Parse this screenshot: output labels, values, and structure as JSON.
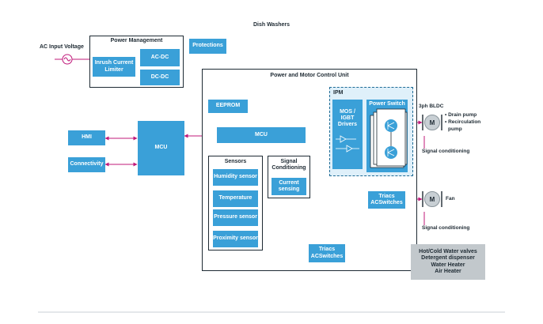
{
  "title": "Dish Washers",
  "ac_input": "AC  Input Voltage",
  "power_management": {
    "title": "Power Management",
    "inrush": "Inrush Current Limiter",
    "acdc": "AC-DC",
    "dcdc": "DC-DC"
  },
  "protections": "Protections",
  "hmi": "HMI",
  "connectivity": "Connectivity",
  "main_mcu": "MCU",
  "pmcu": {
    "title": "Power and Motor Control Unit",
    "eeprom": "EEPROM",
    "mcu": "MCU",
    "sensors": {
      "title": "Sensors",
      "items": [
        "Humidity sensor",
        "Temperature",
        "Pressure sensor",
        "Proximity sensor"
      ]
    },
    "signal_conditioning": {
      "title": "Signal Conditioning",
      "current_sensing": "Current sensing"
    },
    "ipm": {
      "title": "IPM",
      "drivers": "MOS / IGBT Drivers",
      "power_switch": "Power Switch"
    },
    "triacs_fan": "Triacs ACSwitches",
    "triacs_loads": "Triacs ACSwitches"
  },
  "motor_3ph": {
    "title": "3ph BLDC",
    "symbol": "M",
    "loads": [
      "• Drain pump",
      "• Recirculation",
      "pump"
    ],
    "signal": "Signal conditioning"
  },
  "fan": {
    "symbol": "M",
    "label": "Fan",
    "signal": "Signal conditioning"
  },
  "loads_box": [
    "Hot/Cold Water valves",
    "Detergent dispenser",
    "Water Heater",
    "Air Heater"
  ],
  "colors": {
    "block": "#3aa0d8",
    "arrow": "#c0187a",
    "frame": "#1e2a33",
    "ipm_bg": "#dff0fa",
    "loads_bg": "#c2c8cc",
    "motor": "#c8cfd4"
  }
}
